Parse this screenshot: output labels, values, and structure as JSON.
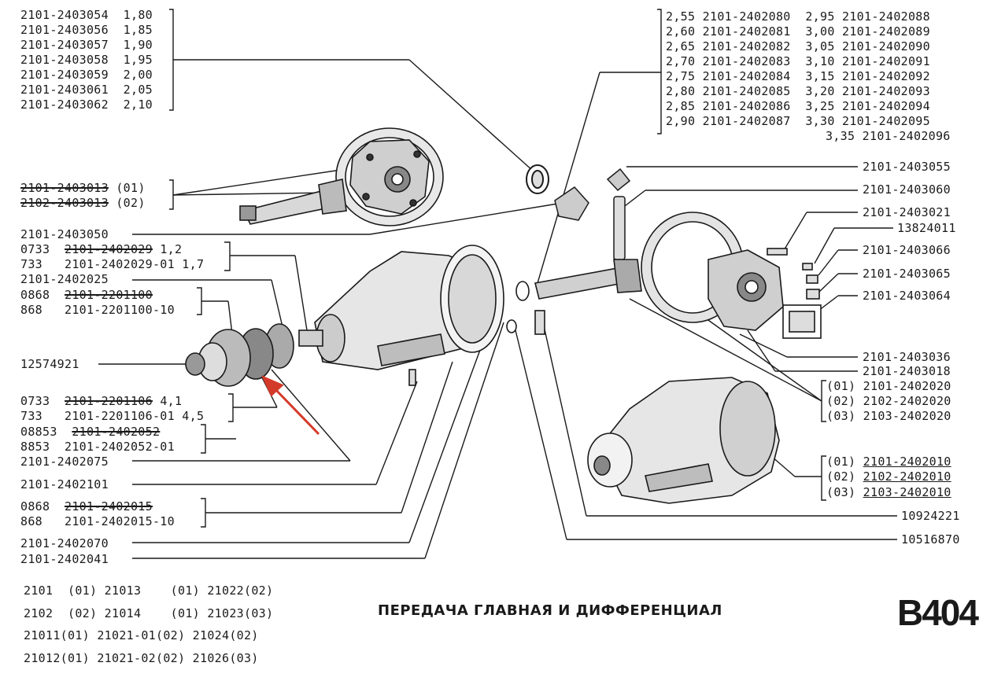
{
  "left_top_shims": [
    {
      "part": "2101-2403054",
      "size": "1,80"
    },
    {
      "part": "2101-2403056",
      "size": "1,85"
    },
    {
      "part": "2101-2403057",
      "size": "1,90"
    },
    {
      "part": "2101-2403058",
      "size": "1,95"
    },
    {
      "part": "2101-2403059",
      "size": "2,00"
    },
    {
      "part": "2101-2403061",
      "size": "2,05"
    },
    {
      "part": "2101-2403062",
      "size": "2,10"
    }
  ],
  "right_top_shims": {
    "col1": [
      {
        "size": "2,55",
        "part": "2101-2402080"
      },
      {
        "size": "2,60",
        "part": "2101-2402081"
      },
      {
        "size": "2,65",
        "part": "2101-2402082"
      },
      {
        "size": "2,70",
        "part": "2101-2402083"
      },
      {
        "size": "2,75",
        "part": "2101-2402084"
      },
      {
        "size": "2,80",
        "part": "2101-2402085"
      },
      {
        "size": "2,85",
        "part": "2101-2402086"
      },
      {
        "size": "2,90",
        "part": "2101-2402087"
      }
    ],
    "col2": [
      {
        "size": "2,95",
        "part": "2101-2402088"
      },
      {
        "size": "3,00",
        "part": "2101-2402089"
      },
      {
        "size": "3,05",
        "part": "2101-2402090"
      },
      {
        "size": "3,10",
        "part": "2101-2402091"
      },
      {
        "size": "3,15",
        "part": "2101-2402092"
      },
      {
        "size": "3,20",
        "part": "2101-2402093"
      },
      {
        "size": "3,25",
        "part": "2101-2402094"
      },
      {
        "size": "3,30",
        "part": "2101-2402095"
      },
      {
        "size": "3,35",
        "part": "2101-2402096"
      }
    ]
  },
  "left_labels": {
    "gear_set_1": {
      "part": "2101-2403013",
      "variant": "(01)"
    },
    "gear_set_2": {
      "part": "2102-2403013",
      "variant": "(02)"
    },
    "l1": "2101-2403050",
    "l2a_prefix": "0733",
    "l2a_part": "2101-2402029",
    "l2a_size": "1,2",
    "l2b": "733   2101-2402029-01 1,7",
    "l3": "2101-2402025",
    "l4a_prefix": "0868",
    "l4a_part": "2101-2201100",
    "l4b": "868   2101-2201100-10",
    "l5": "12574921",
    "l6a_prefix": "0733",
    "l6a_part": "2101-2201106",
    "l6a_size": "4,1",
    "l6b": "733   2101-2201106-01 4,5",
    "l7a_prefix": "08853",
    "l7a_part": "2101-2402052",
    "l7b": "8853  2101-2402052-01",
    "l8": "2101-2402075",
    "l9": "2101-2402101",
    "l10a_prefix": "0868",
    "l10a_part": "2101-2402015",
    "l10b": "868   2101-2402015-10",
    "l11": "2101-2402070",
    "l12": "2101-2402041"
  },
  "right_labels": {
    "r1": "2101-2403055",
    "r2": "2101-2403060",
    "r3": "2101-2403021",
    "r4": "13824011",
    "r5": "2101-2403066",
    "r6": "2101-2403065",
    "r7": "2101-2403064",
    "r8": "2101-2403036",
    "r9": "2101-2403018",
    "group_a": [
      "(01) 2101-2402020",
      "(02) 2102-2402020",
      "(03) 2103-2402020"
    ],
    "group_b": [
      {
        "v": "(01)",
        "part": "2101-2402010"
      },
      {
        "v": "(02)",
        "part": "2102-2402010"
      },
      {
        "v": "(03)",
        "part": "2103-2402010"
      }
    ],
    "r10": "10924221",
    "r11": "10516870"
  },
  "models": [
    [
      "2101",
      "(01)",
      "21013",
      "(01)",
      "21022",
      "(02)"
    ],
    [
      "2102",
      "(02)",
      "21014",
      "(01)",
      "21023",
      "(03)"
    ],
    [
      "21011",
      "(01)",
      "21021-01",
      "(02)",
      "21024",
      "(02)"
    ],
    [
      "21012",
      "(01)",
      "21021-02",
      "(02)",
      "21026",
      "(03)"
    ]
  ],
  "title": "ПЕРЕДАЧА ГЛАВНАЯ И ДИФФЕРЕНЦИАЛ",
  "diagram_code": "B404",
  "colors": {
    "ink": "#1a1a1a",
    "arrow": "#d43a2a"
  }
}
